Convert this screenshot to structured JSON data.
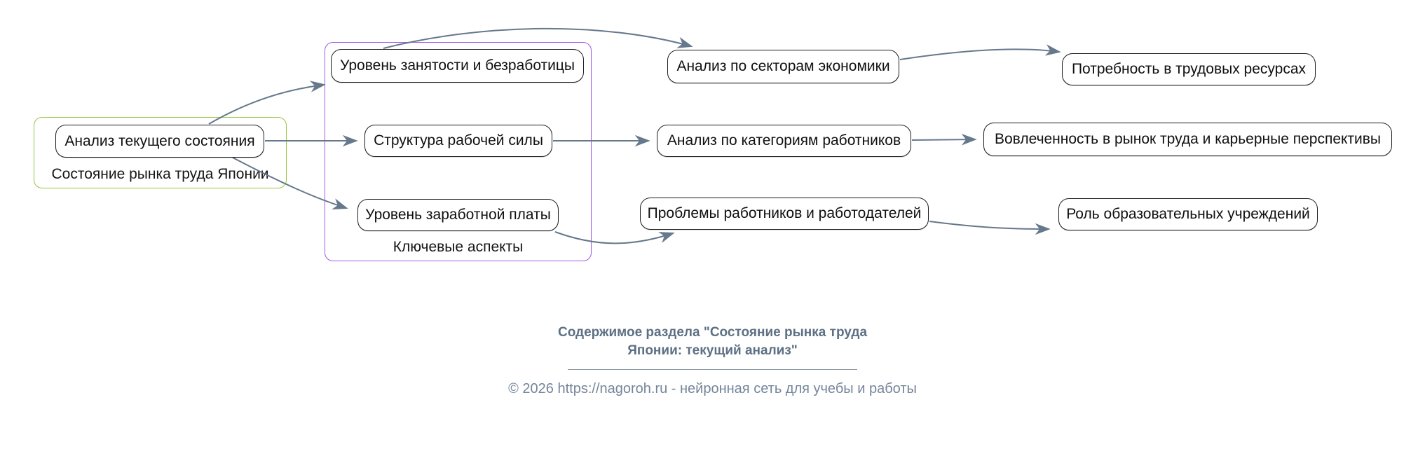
{
  "diagram": {
    "clusters": {
      "market_state": {
        "label": "Состояние рынка труда Японии",
        "border_color": "#94C73E"
      },
      "key_aspects": {
        "label": "Ключевые аспекты",
        "border_color": "#A159E3"
      }
    },
    "nodes": {
      "current_analysis": {
        "label": "Анализ текущего состояния"
      },
      "employment": {
        "label": "Уровень занятости и безработицы"
      },
      "workforce_structure": {
        "label": "Структура рабочей силы"
      },
      "wage_level": {
        "label": "Уровень заработной платы"
      },
      "sector_analysis": {
        "label": "Анализ по секторам экономики"
      },
      "category_analysis": {
        "label": "Анализ по категориям работников"
      },
      "problems": {
        "label": "Проблемы работников и работодателей"
      },
      "labor_demand": {
        "label": "Потребность в трудовых ресурсах"
      },
      "involvement": {
        "label": "Вовлеченность в рынок труда и карьерные перспективы"
      },
      "education_role": {
        "label": "Роль образовательных учреждений"
      }
    },
    "edges": [
      {
        "from": "current_analysis",
        "to": "employment"
      },
      {
        "from": "current_analysis",
        "to": "workforce_structure"
      },
      {
        "from": "current_analysis",
        "to": "wage_level"
      },
      {
        "from": "employment",
        "to": "sector_analysis"
      },
      {
        "from": "sector_analysis",
        "to": "labor_demand"
      },
      {
        "from": "workforce_structure",
        "to": "category_analysis"
      },
      {
        "from": "category_analysis",
        "to": "involvement"
      },
      {
        "from": "wage_level",
        "to": "problems"
      },
      {
        "from": "problems",
        "to": "education_role"
      }
    ],
    "edge_color": "#66788C",
    "node_border_color": "#1d1d1d"
  },
  "footer": {
    "title_line1": "Содержимое раздела \"Состояние рынка труда",
    "title_line2": "Японии: текущий анализ\"",
    "copyright": "© 2026 https://nagoroh.ru - нейронная сеть для учебы и работы"
  }
}
